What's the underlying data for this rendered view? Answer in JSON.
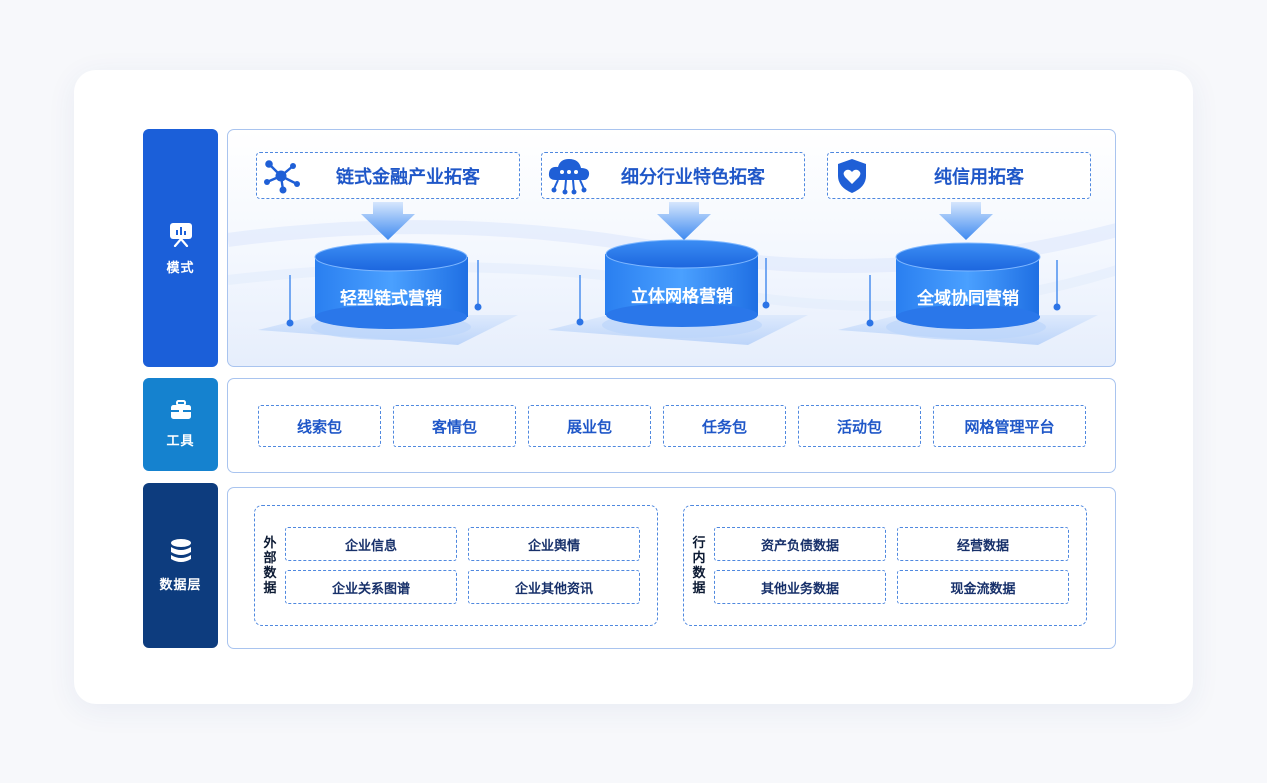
{
  "layers": {
    "mode": {
      "label": "模式",
      "icon": "presentation-chart-icon"
    },
    "tools": {
      "label": "工具",
      "icon": "briefcase-icon"
    },
    "data": {
      "label": "数据层",
      "icon": "database-icon"
    }
  },
  "modes": [
    {
      "title": "链式金融产业拓客",
      "icon": "network-nodes-icon",
      "target": "轻型链式营销"
    },
    {
      "title": "细分行业特色拓客",
      "icon": "cloud-network-icon",
      "target": "立体网格营销"
    },
    {
      "title": "纯信用拓客",
      "icon": "shield-heart-icon",
      "target": "全域协同营销"
    }
  ],
  "tools": [
    "线索包",
    "客情包",
    "展业包",
    "任务包",
    "活动包",
    "网格管理平台"
  ],
  "data_groups": [
    {
      "title": "外部数据",
      "items": [
        "企业信息",
        "企业舆情",
        "企业关系图谱",
        "企业其他资讯"
      ]
    },
    {
      "title": "行内数据",
      "items": [
        "资产负债数据",
        "经营数据",
        "其他业务数据",
        "现金流数据"
      ]
    }
  ],
  "colors": {
    "mode_bar": "#1b5fd9",
    "tool_bar": "#1582cf",
    "data_bar": "#0d3c7e",
    "accent_text": "#1f57c8",
    "dashed_border": "#4f88df"
  }
}
